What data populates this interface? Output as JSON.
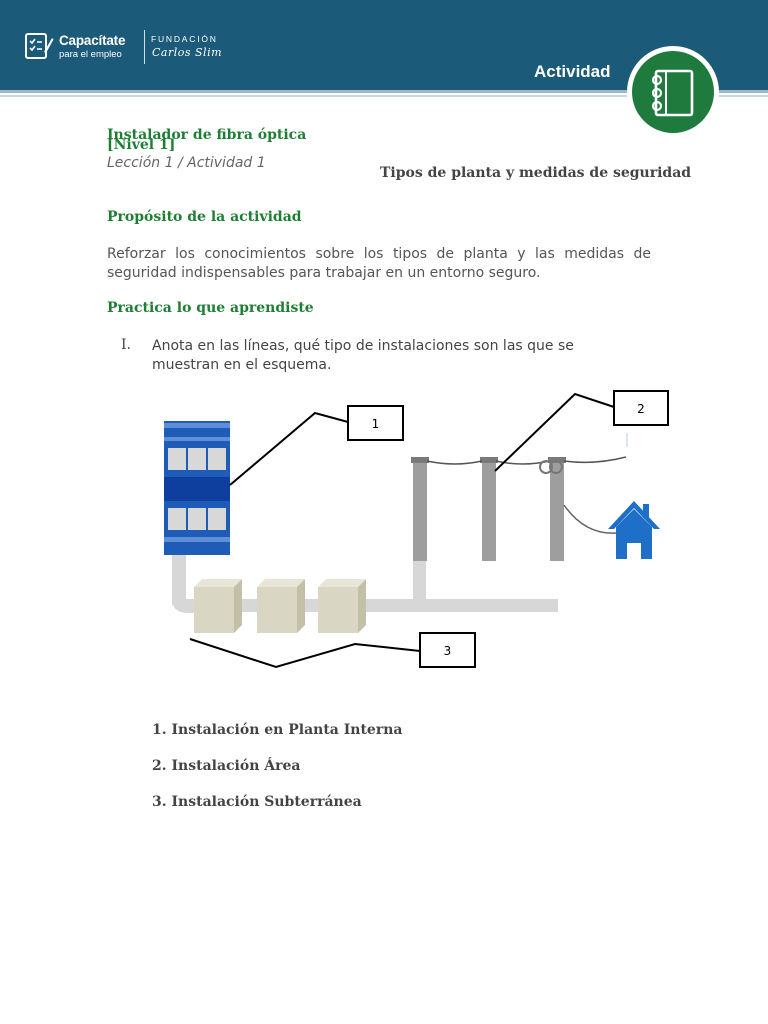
{
  "header": {
    "brand": "Capacítate",
    "brand_sub": "para el empleo",
    "foundation_label": "FUNDACIÓN",
    "foundation_name": "Carlos Slim",
    "activity_label": "Actividad",
    "badge_icon": "notebook-icon"
  },
  "document": {
    "title": "Instalador de fibra óptica [Nivel 1]",
    "lesson": "Lección 1 / Actividad 1",
    "subject": "Tipos de planta y medidas de seguridad"
  },
  "purpose": {
    "heading": "Propósito de la actividad",
    "text": "Reforzar los conocimientos sobre los tipos de planta y las medidas de seguridad indispensables para trabajar en un entorno seguro."
  },
  "practice": {
    "heading": "Practica lo que aprendiste",
    "item_number": "I.",
    "item_text": "Anota en las líneas, qué tipo de instalaciones son las que se muestran en el esquema."
  },
  "diagram": {
    "labels": [
      "1",
      "2",
      "3"
    ]
  },
  "answers": [
    "1. Instalación en Planta Interna",
    "2. Instalación Área",
    "3. Instalación Subterránea"
  ],
  "colors": {
    "header": "#1b5a78",
    "accent_green": "#1e7e34",
    "building_blue": "#1f5cb8",
    "house_blue": "#1e6fc8"
  }
}
